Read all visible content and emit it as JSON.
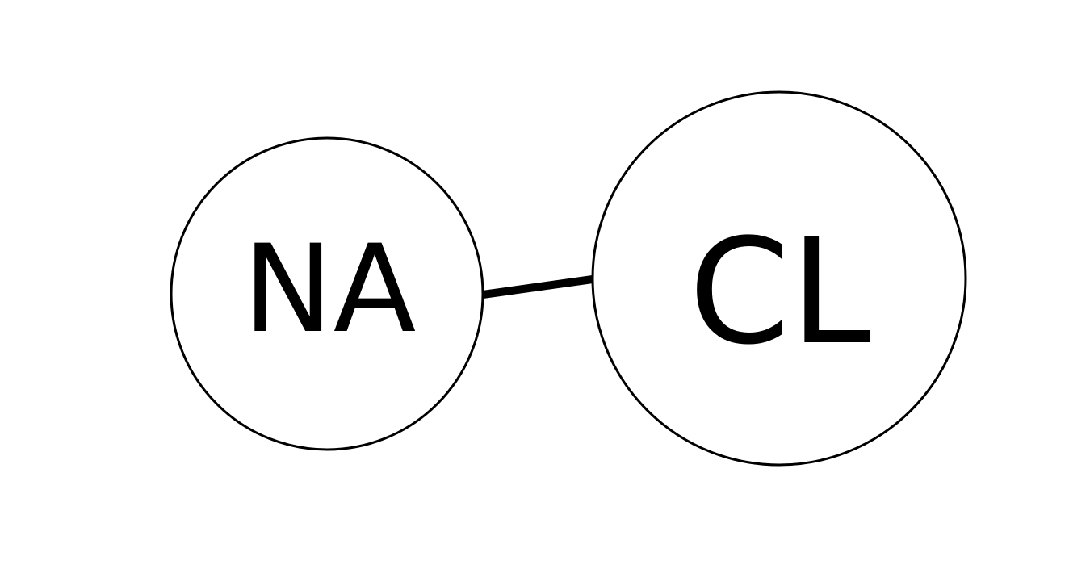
{
  "nodes": [
    {
      "id": "na",
      "label": "NA"
    },
    {
      "id": "cl",
      "label": "CL"
    }
  ],
  "edges": [
    {
      "from": "na",
      "to": "cl"
    }
  ],
  "colors": {
    "stroke": "#000000",
    "fill": "#ffffff"
  }
}
